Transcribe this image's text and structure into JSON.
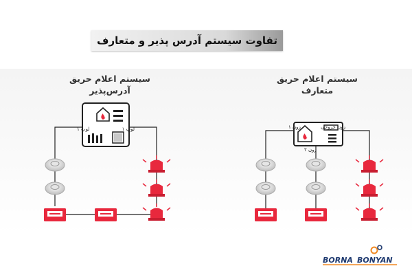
{
  "header": {
    "title": "تفاوت سیستم آدرس پذیر و متعارف"
  },
  "addressable": {
    "heading_line1": "سیستم اعلام حریق",
    "heading_line2": "آدرس‌پذیر",
    "loop_left": "لوپ ۱",
    "loop_right": "لوپ ۱"
  },
  "conventional": {
    "heading_line1": "سیستم اعلام حریق",
    "heading_line2": "متعارف",
    "zone_1": "زون ۱",
    "zone_2": "زون ۲",
    "zone_output": "زون خروجی"
  },
  "brand": {
    "word1": "BORNA",
    "word2": "BONYAN"
  },
  "colors": {
    "alarm_red": "#e8283d",
    "detector_grey": "#cfcfcf",
    "wire": "#222222",
    "logo_blue": "#1f3a70",
    "logo_orange": "#f08a24"
  }
}
